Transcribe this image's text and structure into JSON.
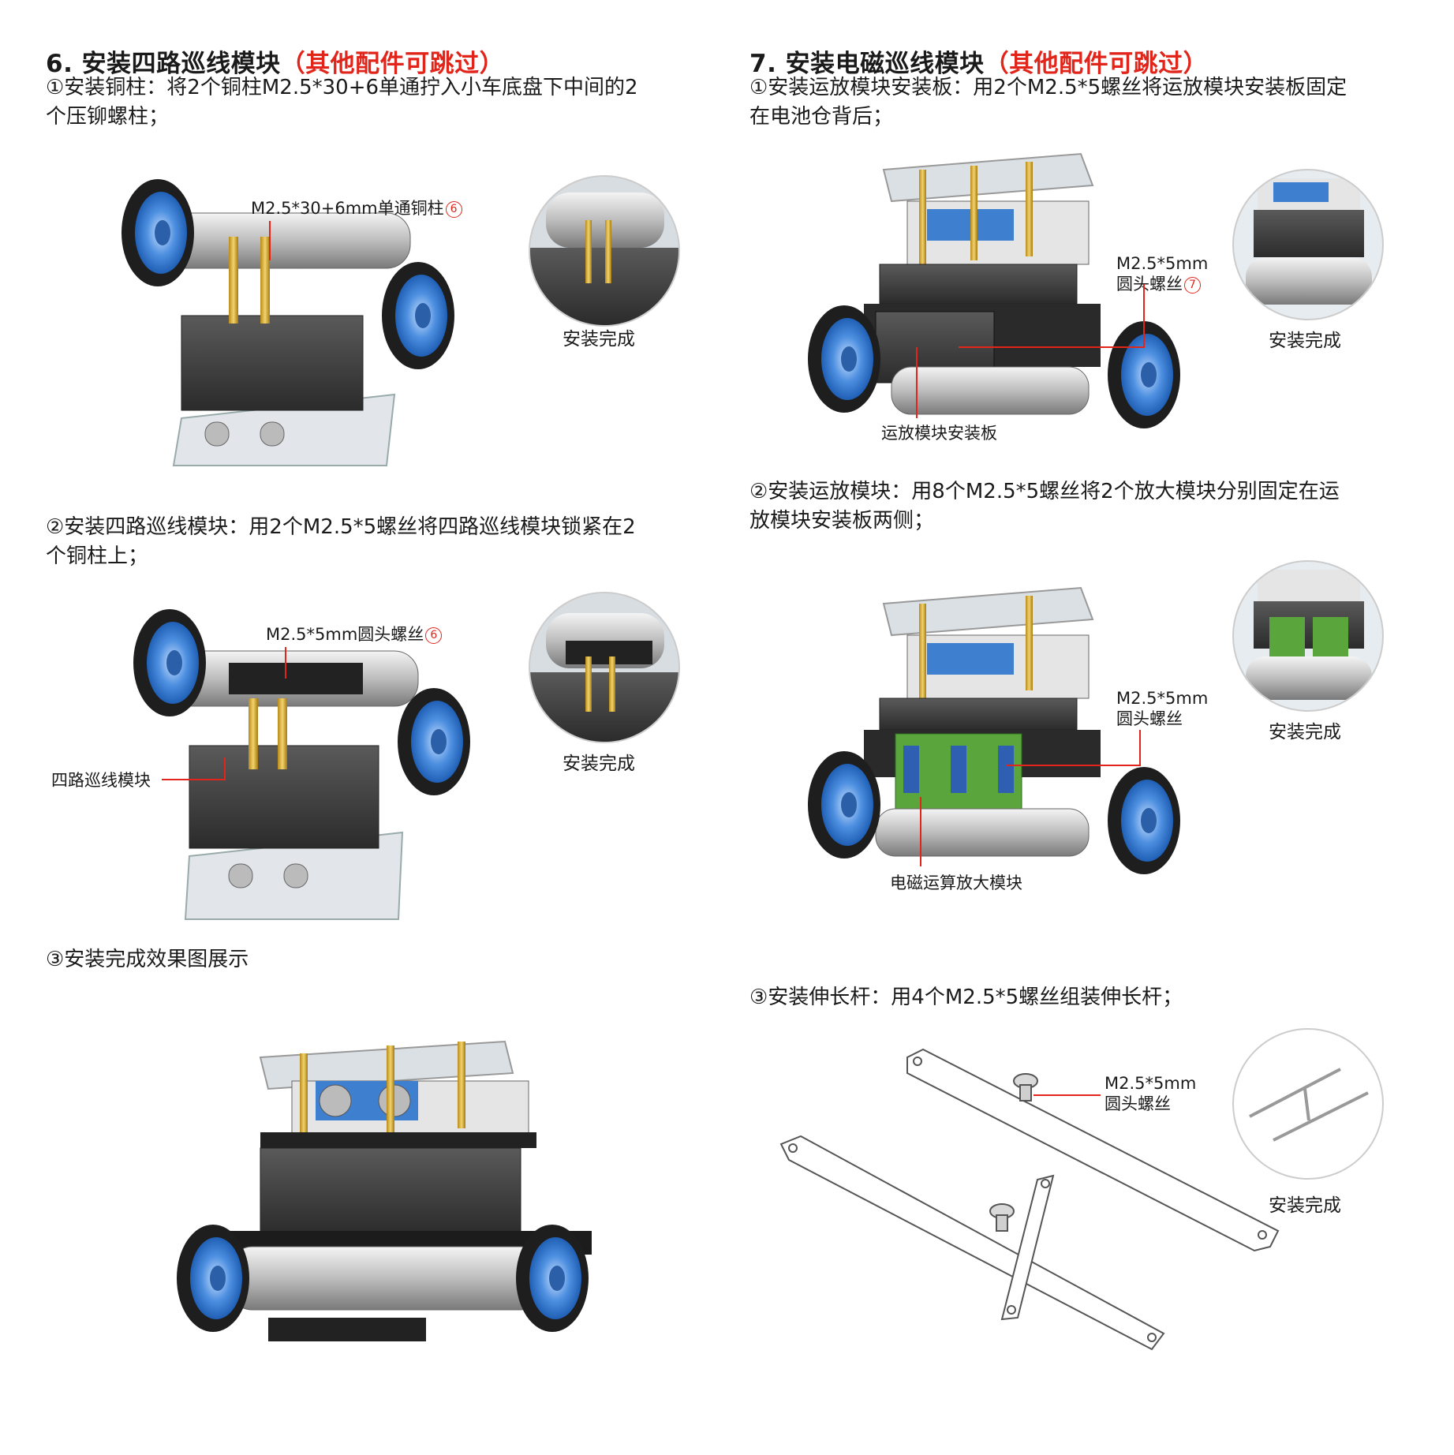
{
  "colors": {
    "accent": "#e1251b",
    "wheel": "#3a7bd5",
    "tire": "#1e1e1e",
    "body": "#3c3c3c"
  },
  "sec6": {
    "num": "6.",
    "title": "安装四路巡线模块",
    "note": "（其他配件可跳过）",
    "step1_a": "①安装铜柱：将2个铜柱M2.5*30+6单通拧入小车底盘下中间的2",
    "step1_b": "个压铆螺柱；",
    "label1": "M2.5*30+6mm单通铜柱",
    "label1_num": "6",
    "done1": "安装完成",
    "step2_a": "②安装四路巡线模块：用2个M2.5*5螺丝将四路巡线模块锁紧在2",
    "step2_b": "个铜柱上；",
    "label2": "M2.5*5mm圆头螺丝",
    "label2_num": "6",
    "label3": "四路巡线模块",
    "done2": "安装完成",
    "step3": "③安装完成效果图展示"
  },
  "sec7": {
    "num": "7.",
    "title": "安装电磁巡线模块",
    "note": "（其他配件可跳过）",
    "step1_a": "①安装运放模块安装板：用2个M2.5*5螺丝将运放模块安装板固定",
    "step1_b": "在电池仓背后；",
    "label1_a": "M2.5*5mm",
    "label1_b": "圆头螺丝",
    "label1_num": "7",
    "label2": "运放模块安装板",
    "done1": "安装完成",
    "step2_a": "②安装运放模块：用8个M2.5*5螺丝将2个放大模块分别固定在运",
    "step2_b": "放模块安装板两侧；",
    "label3_a": "M2.5*5mm",
    "label3_b": "圆头螺丝",
    "label4": "电磁运算放大模块",
    "done2": "安装完成",
    "step3": "③安装伸长杆：用4个M2.5*5螺丝组装伸长杆；",
    "label5_a": "M2.5*5mm",
    "label5_b": "圆头螺丝",
    "done3": "安装完成"
  }
}
